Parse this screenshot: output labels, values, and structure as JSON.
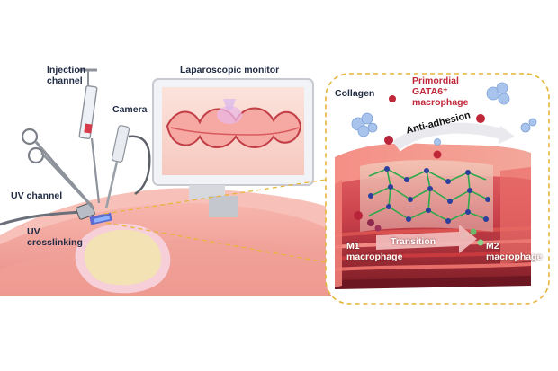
{
  "labels": {
    "injection_channel": "Injection\nchannel",
    "camera": "Camera",
    "laparoscopic_monitor": "Laparoscopic monitor",
    "uv_channel": "UV channel",
    "uv_crosslinking": "UV\ncrosslinking",
    "collagen": "Collagen",
    "primordial_macrophage": "Primordial\nGATA6⁺\nmacrophage",
    "anti_adhesion": "Anti-adhesion",
    "transition": "Transition",
    "m1_macrophage": "M1\nmacrophage",
    "m2_macrophage": "M2\nmacrophage"
  },
  "colors": {
    "tissue_pink": "#f4a9a3",
    "tissue_light": "#fbd5cf",
    "wound_yellow": "#f3e2b3",
    "callout_border": "#e6b43a",
    "hydrogel_network": "#2fa84a",
    "node_blue": "#2c3f9c",
    "label_dark": "#1f2a44",
    "label_red": "#c0283a",
    "transition_arrow": "#f0b9b9"
  }
}
